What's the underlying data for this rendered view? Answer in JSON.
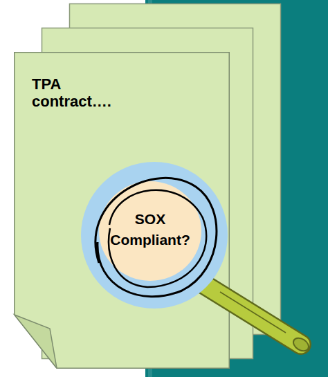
{
  "diagram": {
    "nodes": [
      {
        "text": [
          "TPA contract…."
        ]
      },
      {
        "text": [
          "SOX Compliant?"
        ],
        "in": 0
      }
    ]
  }
}
